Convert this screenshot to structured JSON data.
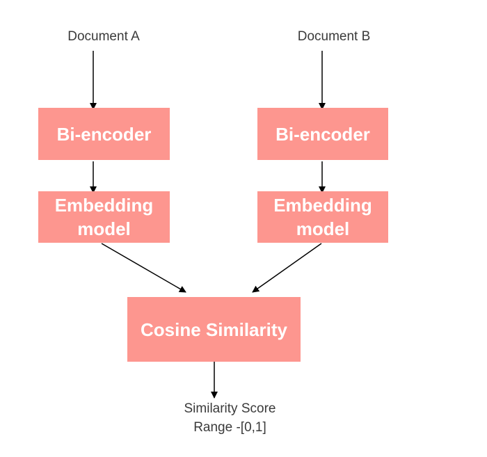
{
  "colors": {
    "box": "#fd968f",
    "box_text": "#ffffff",
    "label_text": "#3a3a3a",
    "arrow": "#000000"
  },
  "inputs": {
    "doc_a": "Document A",
    "doc_b": "Document B"
  },
  "left_branch": {
    "encoder": "Bi-encoder",
    "embedding_line1": "Embedding",
    "embedding_line2": "model"
  },
  "right_branch": {
    "encoder": "Bi-encoder",
    "embedding_line1": "Embedding",
    "embedding_line2": "model"
  },
  "combiner": {
    "label": "Cosine Similarity"
  },
  "output": {
    "line1": "Similarity Score",
    "line2": "Range -[0,1]"
  }
}
